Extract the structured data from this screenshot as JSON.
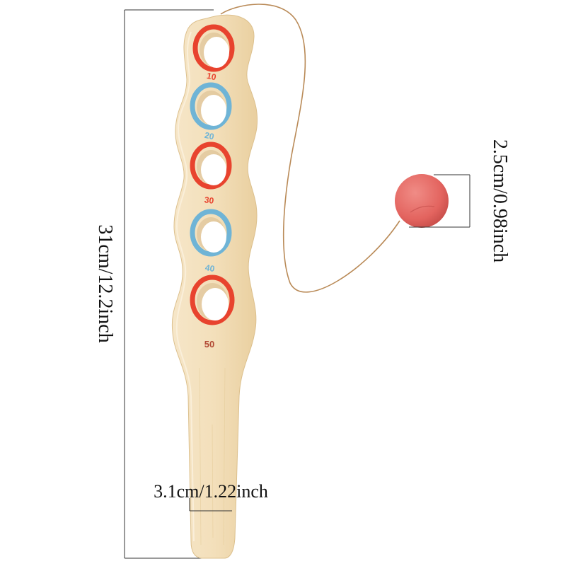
{
  "dimensions": {
    "height_label": "31cm/12.2inch",
    "width_label": "3.1cm/1.22inch",
    "ball_label": "2.5cm/0.98inch"
  },
  "paddle": {
    "wood_color": "#f2ddb8",
    "wood_shade": "#e6cb9c",
    "rings": [
      {
        "label": "10",
        "color": "#e8432e"
      },
      {
        "label": "20",
        "color": "#6fb4d6"
      },
      {
        "label": "30",
        "color": "#e8432e"
      },
      {
        "label": "40",
        "color": "#6fb4d6"
      },
      {
        "label": "50",
        "color": "#e8432e"
      }
    ]
  },
  "ball": {
    "color": "#e9706b"
  },
  "string": {
    "color": "#b98a57"
  },
  "colors": {
    "dimension_line": "#333333"
  }
}
